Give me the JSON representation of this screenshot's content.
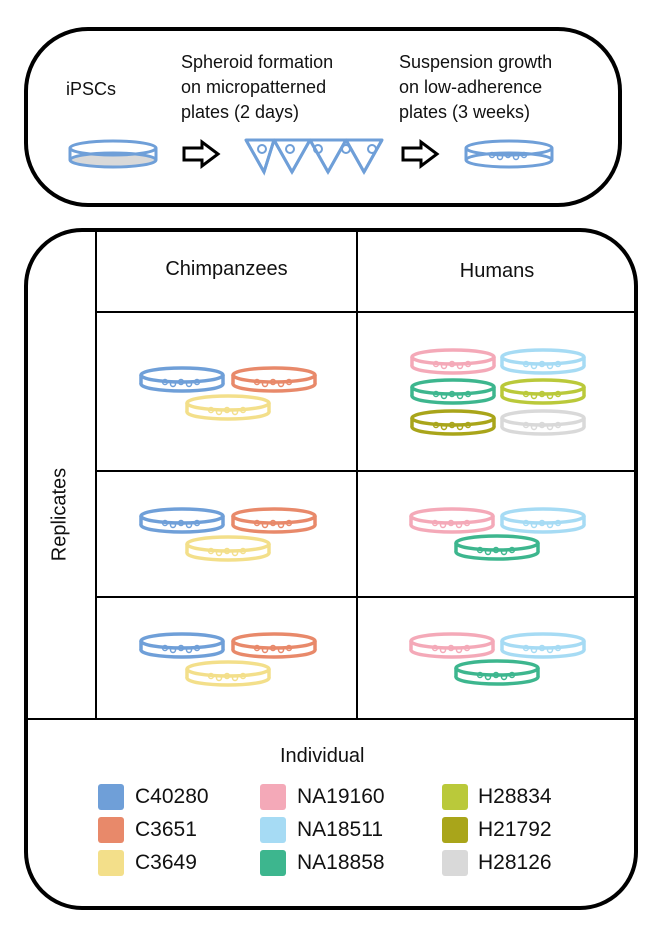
{
  "workflow": {
    "step1": "iPSCs",
    "step2": [
      "Spheroid formation",
      "on micropatterned",
      "plates (2 days)"
    ],
    "step3": [
      "Suspension growth",
      "on low-adherence",
      "plates (3 weeks)"
    ]
  },
  "grid": {
    "col1": "Chimpanzees",
    "col2": "Humans",
    "row_label": "Replicates"
  },
  "legend": {
    "title": "Individual",
    "items": [
      {
        "name": "C40280",
        "color": "#6f9fd8"
      },
      {
        "name": "C3651",
        "color": "#e8896a"
      },
      {
        "name": "C3649",
        "color": "#f3df8a"
      },
      {
        "name": "NA19160",
        "color": "#f4a9b8"
      },
      {
        "name": "NA18511",
        "color": "#a6dbf4"
      },
      {
        "name": "NA18858",
        "color": "#3db68e"
      },
      {
        "name": "H28834",
        "color": "#bac93a"
      },
      {
        "name": "H21792",
        "color": "#a9a51a"
      },
      {
        "name": "H28126",
        "color": "#d9d9d9"
      }
    ]
  },
  "plates": {
    "r1_chimp": [
      "C40280",
      "C3651",
      "C3649"
    ],
    "r1_human": [
      "NA19160",
      "NA18511",
      "NA18858",
      "H28834",
      "H21792",
      "H28126"
    ],
    "r2_chimp": [
      "C40280",
      "C3651",
      "C3649"
    ],
    "r2_human": [
      "NA19160",
      "NA18511",
      "NA18858"
    ],
    "r3_chimp": [
      "C40280",
      "C3651",
      "C3649"
    ],
    "r3_human": [
      "NA19160",
      "NA18511",
      "NA18858"
    ]
  }
}
